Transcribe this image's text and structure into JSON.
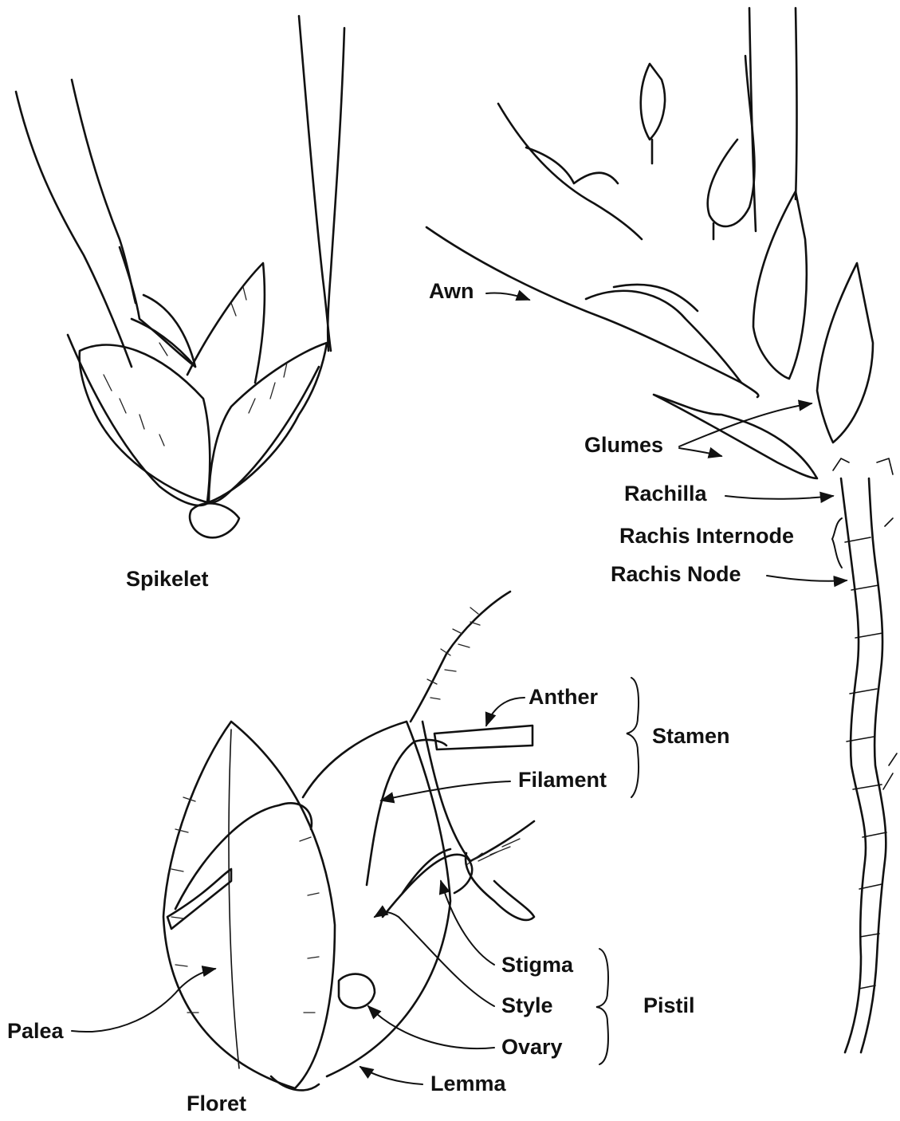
{
  "labels": {
    "spikelet": "Spikelet",
    "floret": "Floret",
    "awn": "Awn",
    "glumes": "Glumes",
    "rachilla": "Rachilla",
    "rachis_internode": "Rachis Internode",
    "rachis_node": "Rachis Node",
    "anther": "Anther",
    "stamen": "Stamen",
    "filament": "Filament",
    "stigma": "Stigma",
    "style": "Style",
    "pistil": "Pistil",
    "ovary": "Ovary",
    "palea": "Palea",
    "lemma": "Lemma"
  },
  "colors": {
    "ink": "#111111",
    "background": "#ffffff"
  }
}
